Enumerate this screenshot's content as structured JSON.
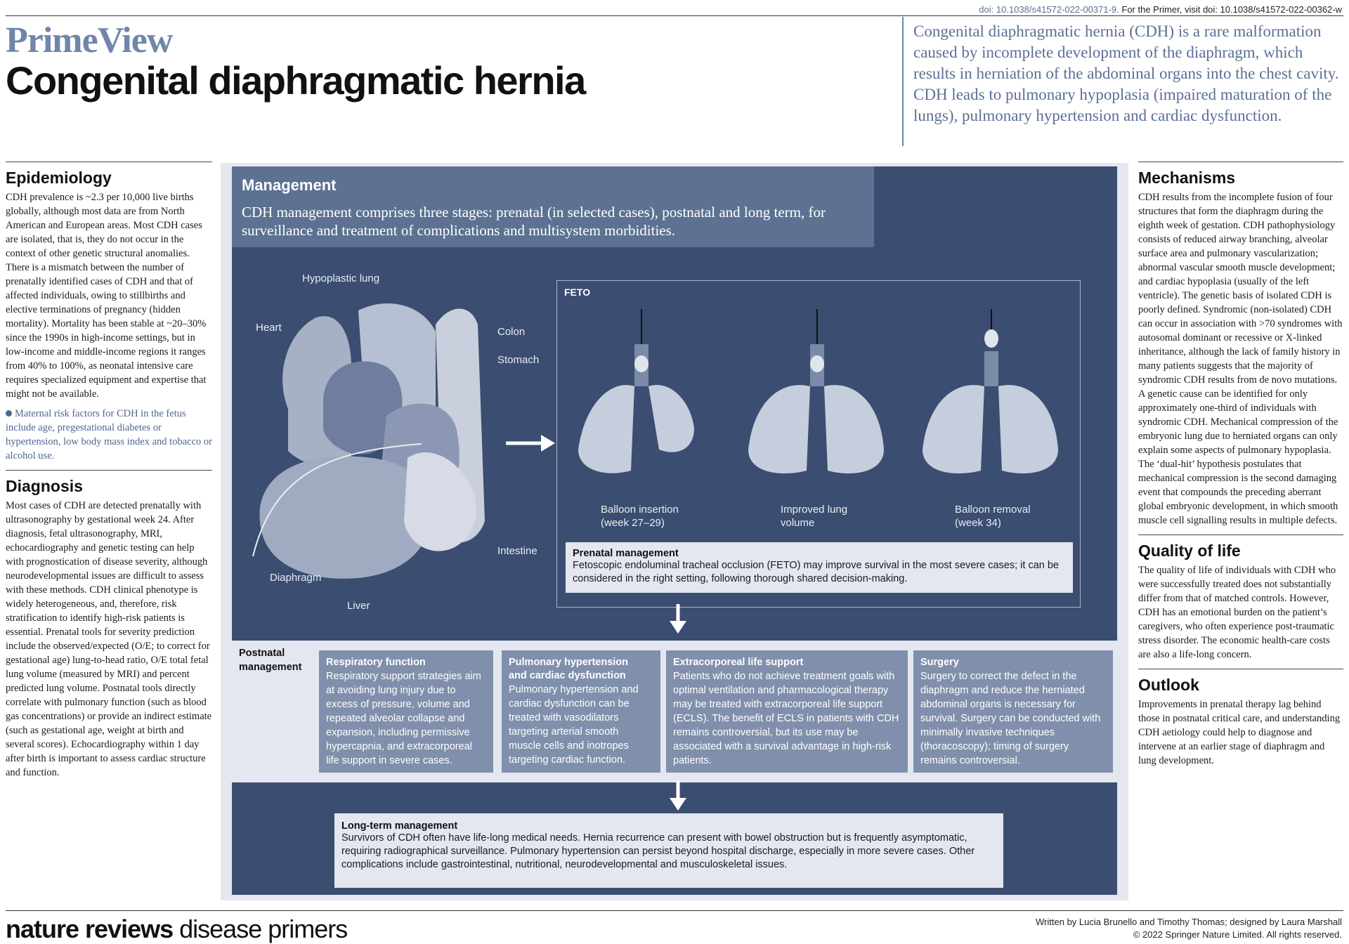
{
  "header": {
    "doi_primary": "doi: 10.1038/s41572-022-00371-9.",
    "doi_secondary": " For the Primer, visit doi: 10.1038/s41572-022-00362-w",
    "brand": "PrimeView",
    "title": "Congenital diaphragmatic hernia",
    "lead": "Congenital diaphragmatic hernia (CDH) is a rare malformation caused by incomplete development of the diaphragm, which results in herniation of the abdominal organs into the chest cavity. CDH leads to pulmonary hypoplasia (impaired maturation of the lungs), pulmonary hypertension and cardiac dysfunction."
  },
  "left": {
    "epidemiology_title": "Epidemiology",
    "epidemiology_text": "CDH prevalence is ~2.3 per 10,000 live births globally, although most data are from North American and European areas. Most CDH cases are isolated, that is, they do not occur in the context of other genetic structural anomalies. There is a mismatch between the number of prenatally identified cases of CDH and that of affected individuals, owing to stillbirths and elective terminations of pregnancy (hidden mortality). Mortality has been stable at ~20–30% since the 1990s in high-income settings, but in low-income and middle-income regions it ranges from 40% to 100%, as neonatal intensive care requires specialized equipment and expertise that might not be available.",
    "epidemiology_note": "Maternal risk factors for CDH in the fetus include age, pregestational diabetes or hypertension, low body mass index and tobacco or alcohol use.",
    "diagnosis_title": "Diagnosis",
    "diagnosis_text": "Most cases of CDH are detected prenatally with ultrasonography by gestational week 24. After diagnosis, fetal ultrasonography, MRI, echocardiography and genetic testing can help with prognostication of disease severity, although neurodevelopmental issues are difficult to assess with these methods. CDH clinical phenotype is widely heterogeneous, and, therefore, risk stratification to identify high-risk patients is essential. Prenatal tools for severity prediction include the observed/expected (O/E; to correct for gestational age) lung-to-head ratio, O/E total fetal lung volume (measured by MRI) and percent predicted lung volume. Postnatal tools directly correlate with pulmonary function (such as blood gas concentrations) or provide an indirect estimate (such as gestational age, weight at birth and several scores). Echocardiography within 1 day after birth is important to assess cardiac structure and function."
  },
  "right": {
    "mechanisms_title": "Mechanisms",
    "mechanisms_text": "CDH results from the incomplete fusion of four structures that form the diaphragm during the eighth week of gestation. CDH pathophysiology consists of reduced airway branching, alveolar surface area and pulmonary vascularization; abnormal vascular smooth muscle development; and cardiac hypoplasia (usually of the left ventricle). The genetic basis of isolated CDH is poorly defined. Syndromic (non-isolated) CDH can occur in association with >70 syndromes with autosomal dominant or recessive or X-linked inheritance, although the lack of family history in many patients suggests that the majority of syndromic CDH results from de novo mutations. A genetic cause can be identified for only approximately one-third of individuals with syndromic CDH. Mechanical compression of the embryonic lung due to herniated organs can only explain some aspects of pulmonary hypoplasia. The ‘dual-hit’ hypothesis postulates that mechanical compression is the second damaging event that compounds the preceding aberrant global embryonic development, in which smooth muscle cell signalling results in multiple defects.",
    "qol_title": "Quality of life",
    "qol_text": "The quality of life of individuals with CDH who were successfully treated does not substantially differ from that of matched controls. However, CDH has an emotional burden on the patient’s caregivers, who often experience post-traumatic stress disorder. The economic health-care costs are also a life-long concern.",
    "outlook_title": "Outlook",
    "outlook_text": "Improvements in prenatal therapy lag behind those in postnatal critical care, and understanding CDH aetiology could help to diagnose and intervene at an earlier stage of diaphragm and lung development."
  },
  "management": {
    "title": "Management",
    "desc": "CDH management comprises three stages: prenatal (in selected cases), postnatal and long term, for surveillance and treatment of complications and multisystem morbidities.",
    "anatomy_labels": {
      "hypoplastic_lung": "Hypoplastic lung",
      "heart": "Heart",
      "colon": "Colon",
      "stomach": "Stomach",
      "intestine": "Intestine",
      "diaphragm": "Diaphragm",
      "liver": "Liver"
    },
    "feto": {
      "label": "FETO",
      "stages": [
        {
          "line1": "Balloon insertion",
          "line2": "(week 27–29)"
        },
        {
          "line1": "Improved lung",
          "line2": "volume"
        },
        {
          "line1": "Balloon removal",
          "line2": "(week 34)"
        }
      ],
      "prenatal_title": "Prenatal management",
      "prenatal_text": "Fetoscopic endoluminal tracheal occlusion (FETO) may improve survival in the most severe cases; it can be considered in the right setting, following thorough shared decision-making."
    },
    "postnatal": {
      "label_line1": "Postnatal",
      "label_line2": "management",
      "cards": [
        {
          "title": "Respiratory function",
          "title2": "",
          "text": "Respiratory support strategies aim at avoiding lung injury due to excess of pressure, volume and repeated alveolar collapse and expansion, including permissive hypercapnia, and extracorporeal life support in severe cases."
        },
        {
          "title": "Pulmonary hypertension",
          "title2": "and cardiac dysfunction",
          "text": "Pulmonary hypertension and cardiac dysfunction can be treated with vasodilators targeting arterial smooth muscle cells and inotropes targeting cardiac function."
        },
        {
          "title": "Extracorporeal life support",
          "title2": "",
          "text": "Patients who do not achieve treatment goals with optimal ventilation and pharmacological therapy may be treated with extracorporeal life support (ECLS). The benefit of ECLS in patients with CDH remains controversial, but its use may be associated with a survival advantage in high-risk patients."
        },
        {
          "title": "Surgery",
          "title2": "",
          "text": "Surgery to correct the defect in the diaphragm and reduce the herniated abdominal organs is necessary for survival. Surgery can be conducted with minimally invasive techniques (thoracoscopy); timing of surgery remains controversial."
        }
      ]
    },
    "longterm": {
      "title": "Long-term management",
      "text": "Survivors of CDH often have life-long medical needs. Hernia recurrence can present with bowel obstruction but is frequently asymptomatic, requiring radiographical surveillance. Pulmonary hypertension can persist beyond hospital discharge, especially in more severe cases. Other complications include gastrointestinal, nutritional, neurodevelopmental and musculoskeletal issues."
    }
  },
  "footer": {
    "brand_bold": "nature reviews",
    "brand_light": " disease primers",
    "credit_line1": "Written by Lucia Brunello and Timothy Thomas; designed by Laura Marshall",
    "credit_line2": "© 2022 Springer Nature Limited. All rights reserved."
  },
  "colors": {
    "accent": "#6f86a9",
    "panel_dark": "#3b4d70",
    "panel_mid": "#5d7292",
    "card": "#8090ac",
    "panel_light": "#e4e7ef"
  }
}
